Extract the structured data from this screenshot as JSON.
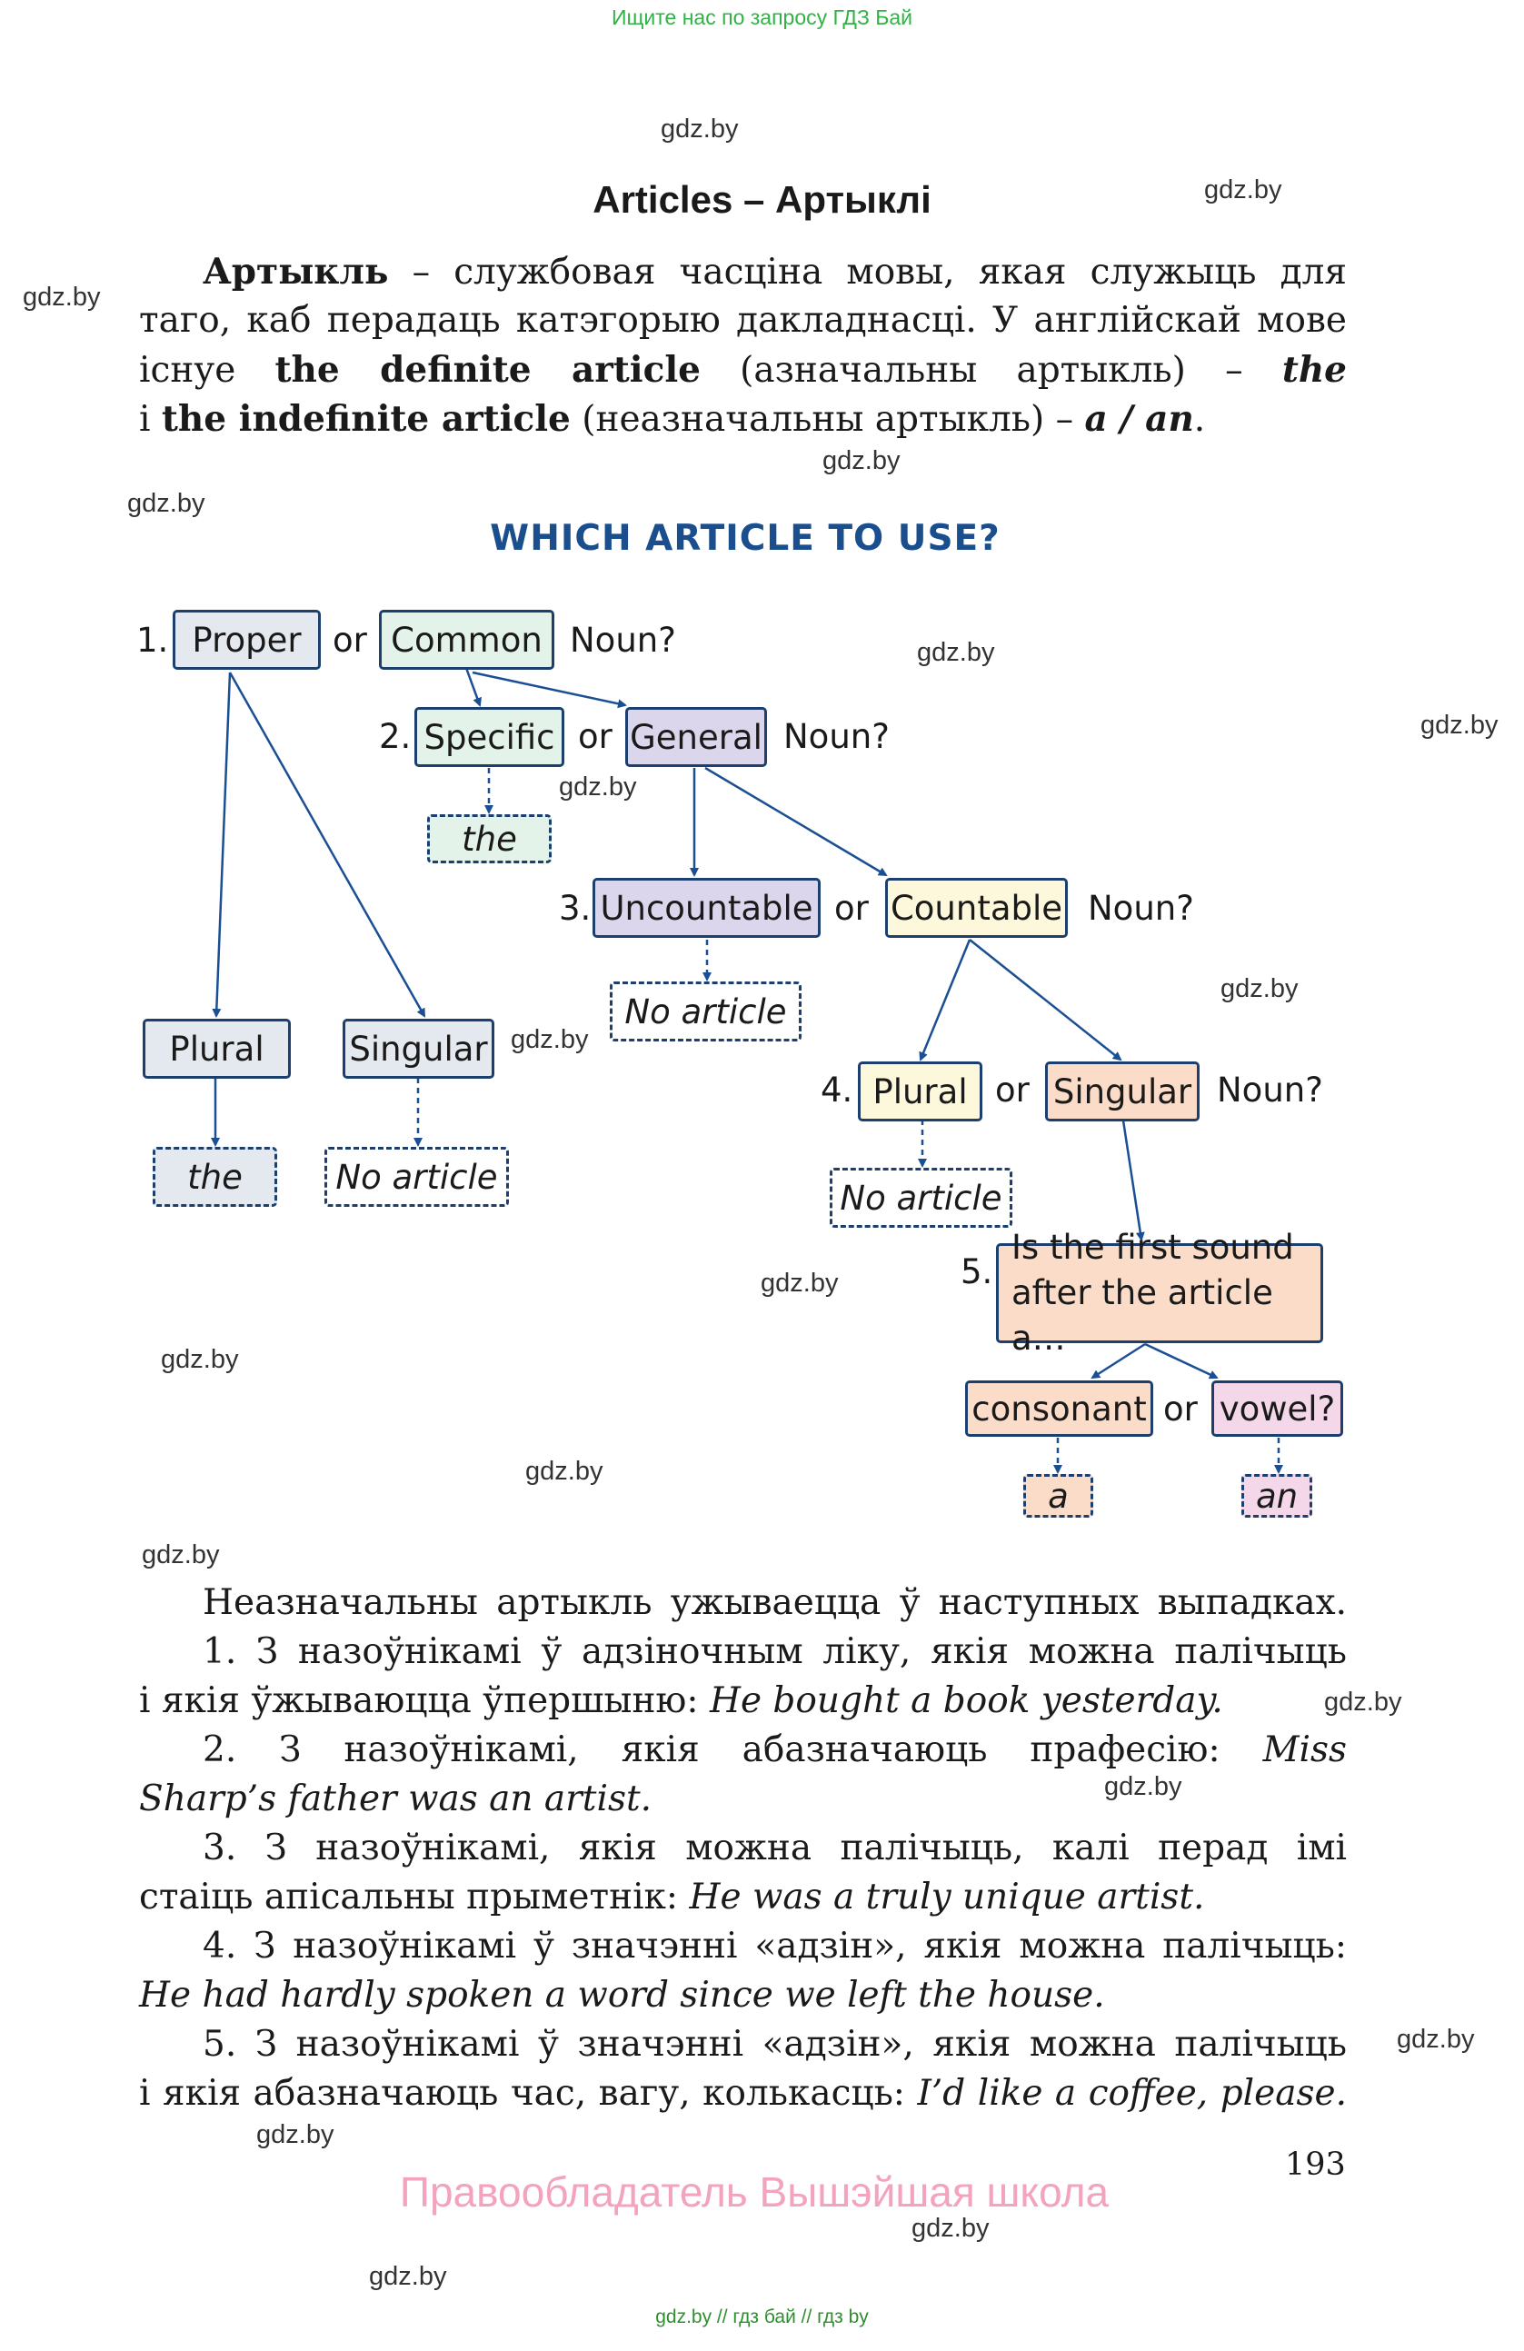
{
  "header": {
    "banner": "Ищите нас по запросу ГДЗ Бай"
  },
  "watermarks": [
    "gdz.by",
    "gdz.by",
    "gdz.by",
    "gdz.by",
    "gdz.by",
    "gdz.by",
    "gdz.by",
    "gdz.by",
    "gdz.by",
    "gdz.by",
    "gdz.by",
    "gdz.by",
    "gdz.by",
    "gdz.by",
    "gdz.by",
    "gdz.by",
    "gdz.by",
    "gdz.by",
    "gdz.by",
    "gdz.by"
  ],
  "title": "Articles – Артыклі",
  "intro": {
    "l1_bold": "Артыкль",
    "l1_rest": " – службовая часціна мовы, якая служыць для",
    "l2": "таго, каб перадаць катэгорыю дакладнасці. У англійскай мове",
    "l3_a": "існуе ",
    "l3_bold": "the definite article",
    "l3_b": " (азначальны артыкль) – ",
    "l3_it": "the",
    "l4_a": "і ",
    "l4_bold": "the indefinite article",
    "l4_b": " (неазначальны артыкль) – ",
    "l4_it": "a / an",
    "l4_end": "."
  },
  "diagram": {
    "title": "WHICH ARTICLE TO USE?",
    "n1": "1.",
    "proper": "Proper",
    "or1": "or",
    "common": "Common",
    "noun1": "Noun?",
    "n2": "2.",
    "specific": "Specific",
    "or2": "or",
    "general": "General",
    "noun2": "Noun?",
    "the1": "the",
    "n3": "3.",
    "uncountable": "Uncountable",
    "or3": "or",
    "countable": "Countable",
    "noun3": "Noun?",
    "noart1": "No article",
    "plural1": "Plural",
    "singular1": "Singular",
    "the2": "the",
    "noart2": "No article",
    "n4": "4.",
    "plural2": "Plural",
    "or4": "or",
    "singular2": "Singular",
    "noun4": "Noun?",
    "noart3": "No article",
    "n5": "5.",
    "q5_l1": "Is the first sound",
    "q5_l2": "after the article a…",
    "consonant": "consonant",
    "or5": "or",
    "vowel": "vowel?",
    "a": "a",
    "an": "an"
  },
  "body": {
    "lead": "Неазначальны артыкль ужываецца ў наступных выпадках.",
    "p1_l1": "1. З назоўнікамі ў адзіночным ліку, якія можна палічыць",
    "p1_l2": "і якія ўжываюцца ўпершыню: ",
    "p1_ex": "He bought a book yesterday.",
    "p2_l1": "2. З назоўнікамі, якія абазначаюць прафесію: ",
    "p2_ex1": "Miss",
    "p2_ex2": "Sharp’s father was an artist.",
    "p3_l1": "3. З назоўнікамі, якія можна палічыць, калі перад імі",
    "p3_l2": "стаіць апісальны прыметнік: ",
    "p3_ex": "He was a truly unique artist.",
    "p4_l1": "4. З назоўнікамі ў значэнні «адзін», якія можна палічыць:",
    "p4_ex": "He had hardly spoken a word since we left the house.",
    "p5_l1": "5. З назоўнікамі ў значэнні «адзін», якія можна палічыць",
    "p5_l2": "і якія абазначаюць час, вагу, колькасць: ",
    "p5_ex": "I’d like a coffee, please."
  },
  "page_number": "193",
  "footer": {
    "copyright": "Правообладатель Вышэйшая школа",
    "links": "gdz.by  //  гдз бай  //  гдз by"
  }
}
